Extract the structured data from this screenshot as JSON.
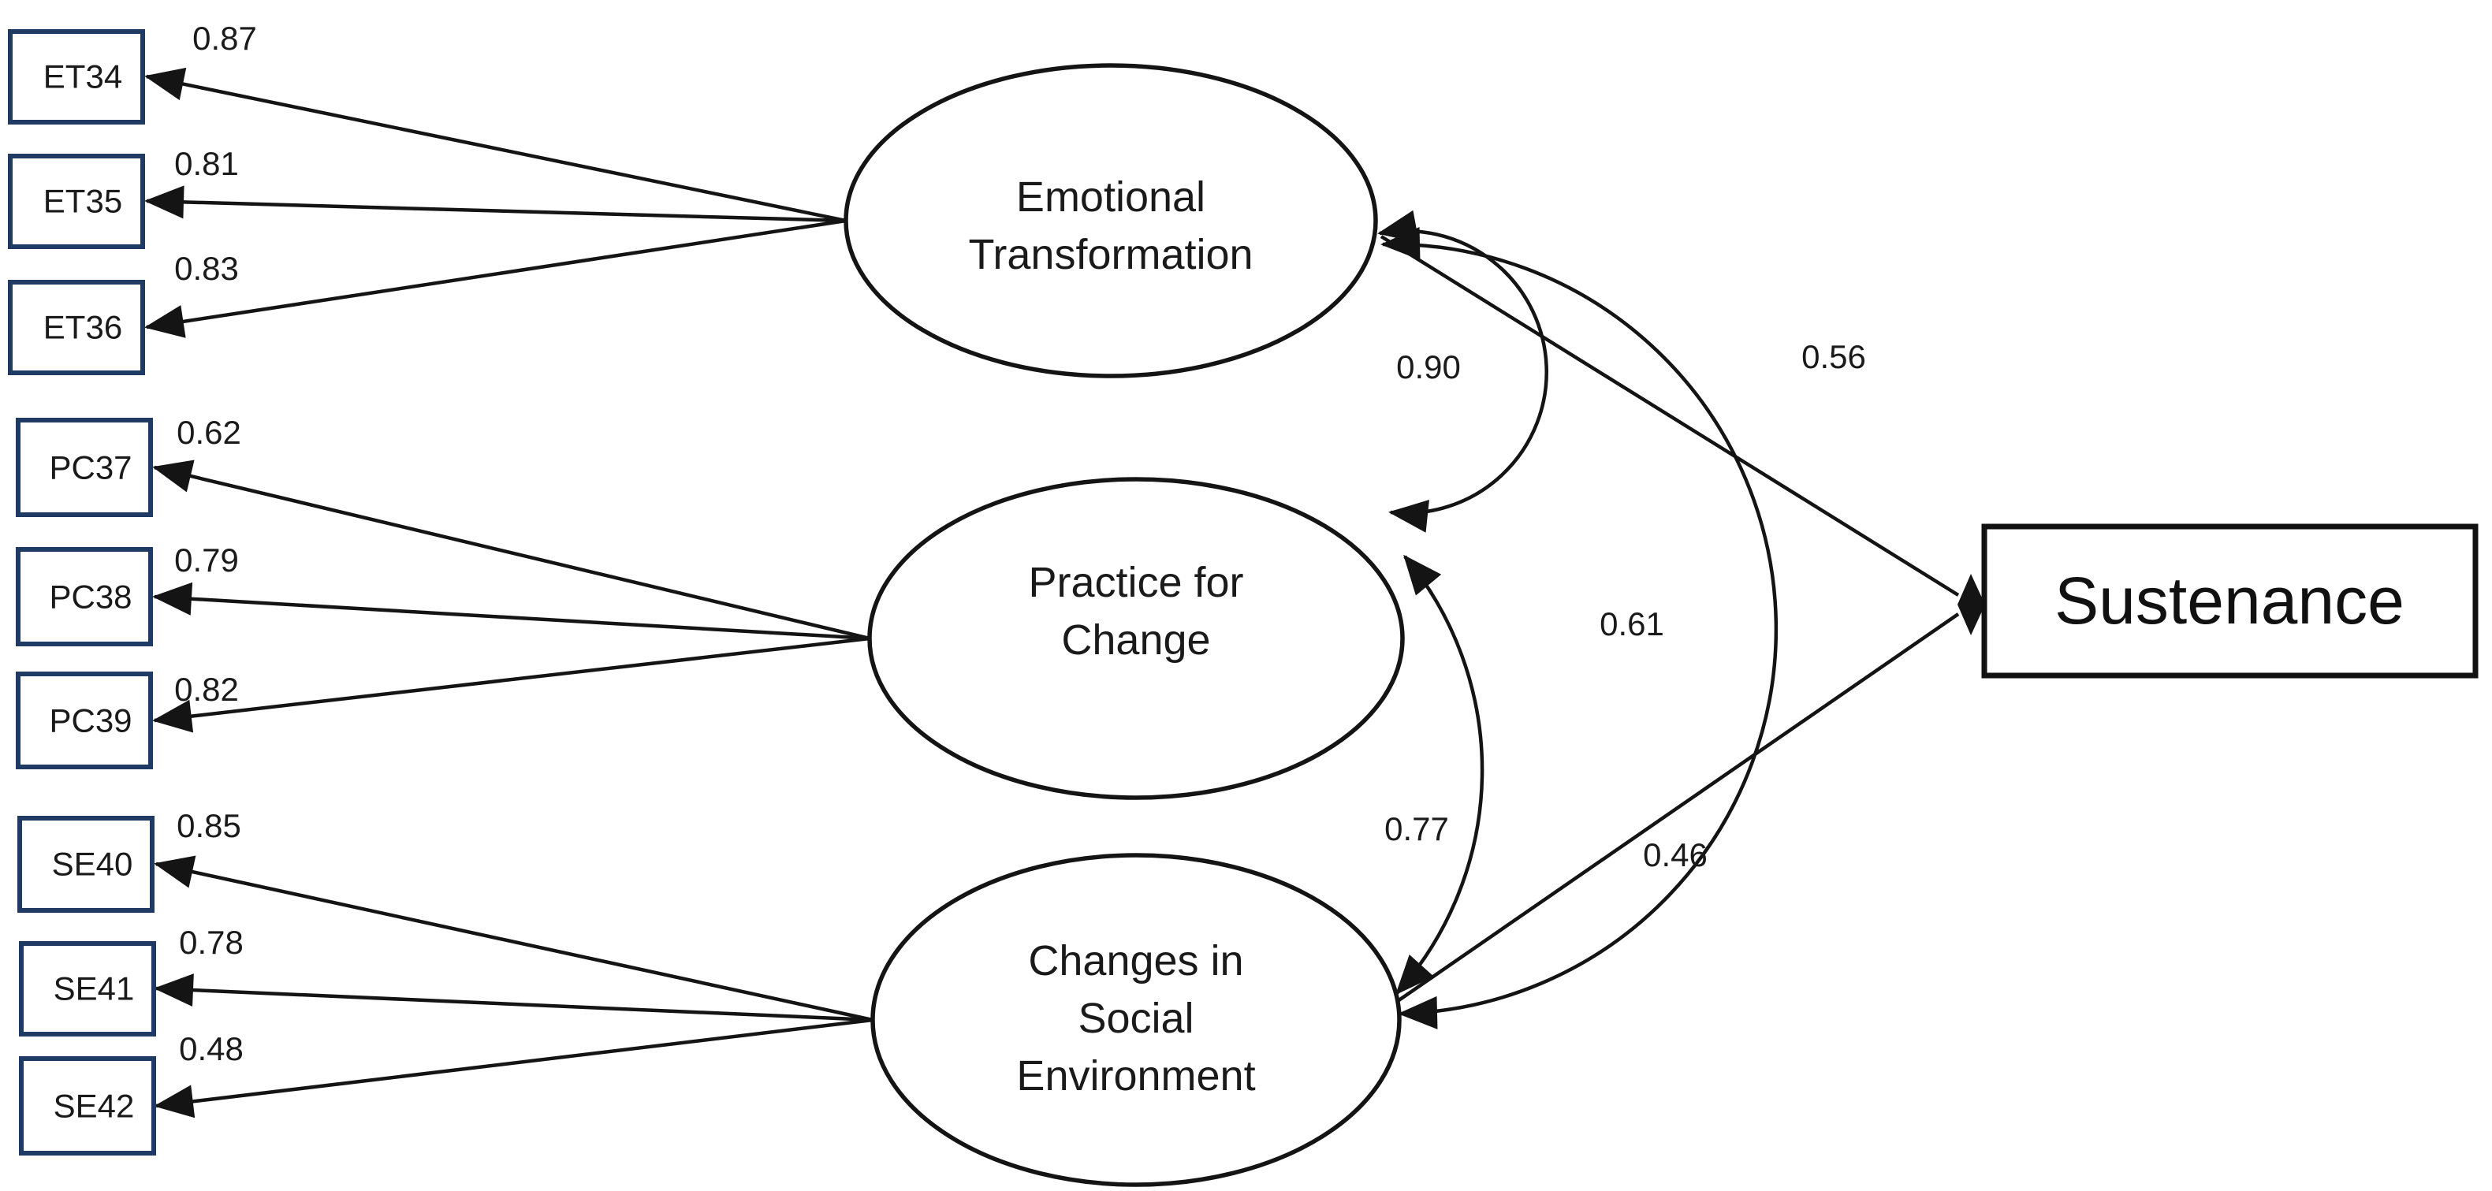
{
  "figure": {
    "type": "sem-path-diagram",
    "colors": {
      "indicator_border": "#1f3b63",
      "ink": "#141414",
      "background": "#ffffff"
    },
    "indicator_groups": [
      {
        "latent": "Emotional Transformation",
        "latent_lines": [
          "Emotional",
          "Transformation"
        ],
        "indicators": [
          {
            "id": "ET34",
            "loading": "0.87"
          },
          {
            "id": "ET35",
            "loading": "0.81"
          },
          {
            "id": "ET36",
            "loading": "0.83"
          }
        ]
      },
      {
        "latent": "Practice for Change",
        "latent_lines": [
          "Practice for",
          "Change"
        ],
        "indicators": [
          {
            "id": "PC37",
            "loading": "0.62"
          },
          {
            "id": "PC38",
            "loading": "0.79"
          },
          {
            "id": "PC39",
            "loading": "0.82"
          }
        ]
      },
      {
        "latent": "Changes in Social Environment",
        "latent_lines": [
          "Changes in",
          "Social",
          "Environment"
        ],
        "indicators": [
          {
            "id": "SE40",
            "loading": "0.85"
          },
          {
            "id": "SE41",
            "loading": "0.78"
          },
          {
            "id": "SE42",
            "loading": "0.48"
          }
        ]
      }
    ],
    "covariances": [
      {
        "pair": "Emotional Transformation - Practice for Change",
        "value": "0.90"
      },
      {
        "pair": "Emotional Transformation - Changes in Social Environment",
        "value": "0.61"
      },
      {
        "pair": "Practice for Change - Changes in Social Environment",
        "value": "0.77"
      }
    ],
    "structural_paths": [
      {
        "from": "Emotional Transformation",
        "to": "Sustenance",
        "value": "0.56"
      },
      {
        "from": "Changes in Social Environment",
        "to": "Sustenance",
        "value": "0.46"
      }
    ],
    "outcome": {
      "label": "Sustenance"
    }
  }
}
